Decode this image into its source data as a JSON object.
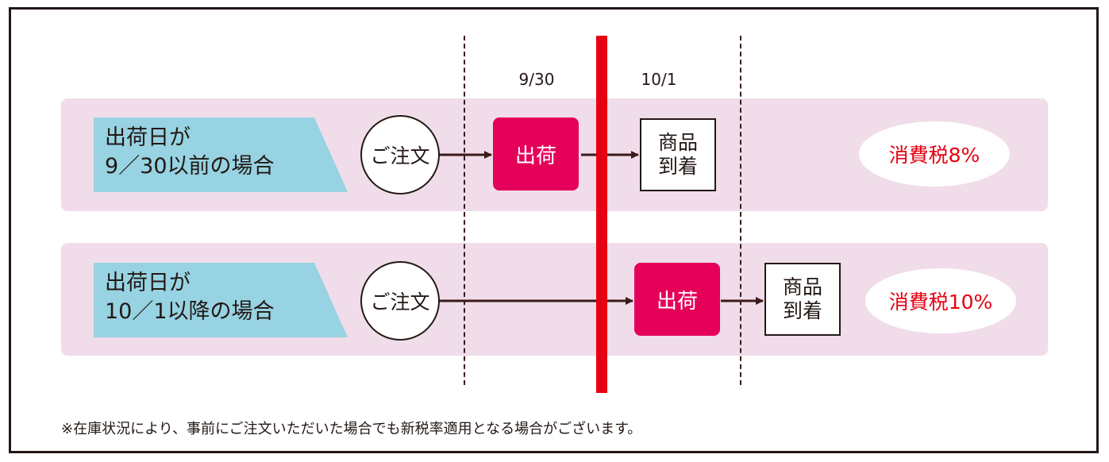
{
  "colors": {
    "band": "#f0dde9",
    "label_bg": "#97d3e2",
    "shipment_box": "#e5005a",
    "tax_text": "#e60012",
    "cutoff_line": "#e60012",
    "line": "#3b1a1a"
  },
  "dates": {
    "before": "9/30",
    "after": "10/1"
  },
  "rows": [
    {
      "condition": "出荷日が\n9／30以前の場合",
      "order": "ご注文",
      "shipment": "出荷",
      "arrival": "商品\n到着",
      "tax": "消費税8%"
    },
    {
      "condition": "出荷日が\n10／1以降の場合",
      "order": "ご注文",
      "shipment": "出荷",
      "arrival": "商品\n到着",
      "tax": "消費税10%"
    }
  ],
  "note": "※在庫状況により、事前にご注文いただいた場合でも新税率適用となる場合がございます。"
}
